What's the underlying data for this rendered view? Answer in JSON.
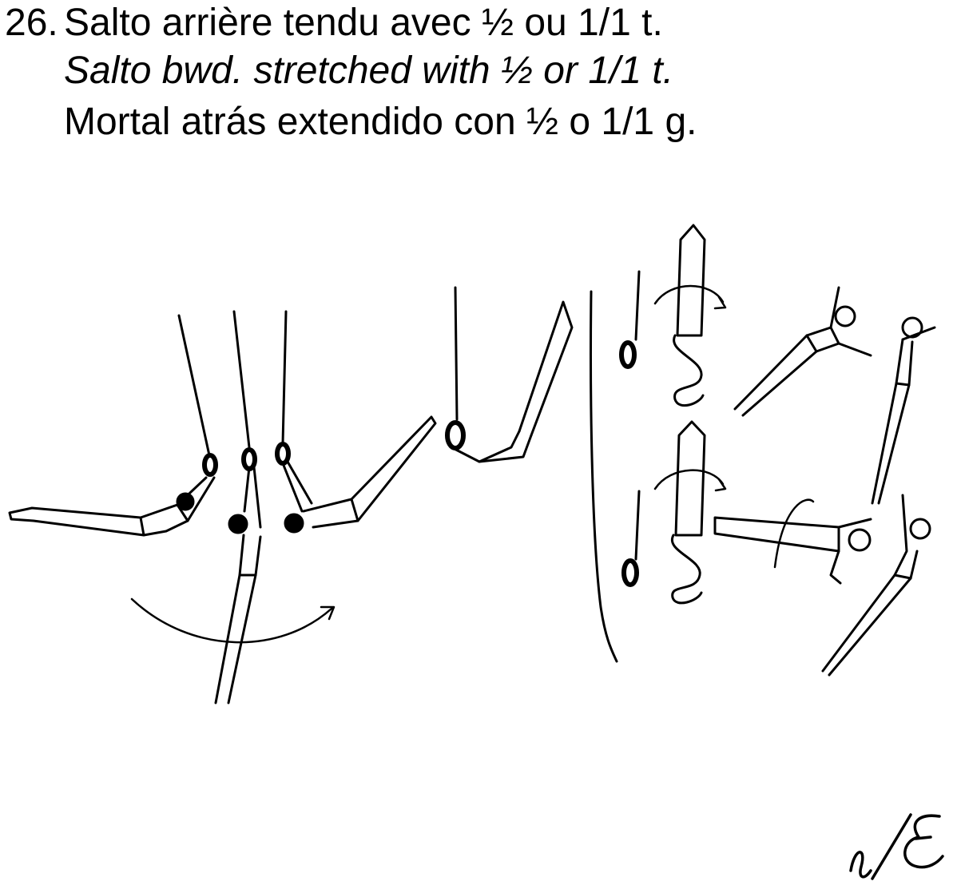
{
  "element": {
    "number": "26.",
    "name_fr": "Salto arrière tendu avec ½ ou 1/1 t.",
    "name_en": "Salto bwd. stretched with ½ or 1/1 t.",
    "name_es": "Mortal atrás extendido con ½ o 1/1 g."
  },
  "signature_mark": "E",
  "colors": {
    "ink": "#000000",
    "background": "#ffffff"
  },
  "icons": [
    "gymnast-on-rings-sequence",
    "rotation-arrow-icon",
    "signature-icon"
  ]
}
